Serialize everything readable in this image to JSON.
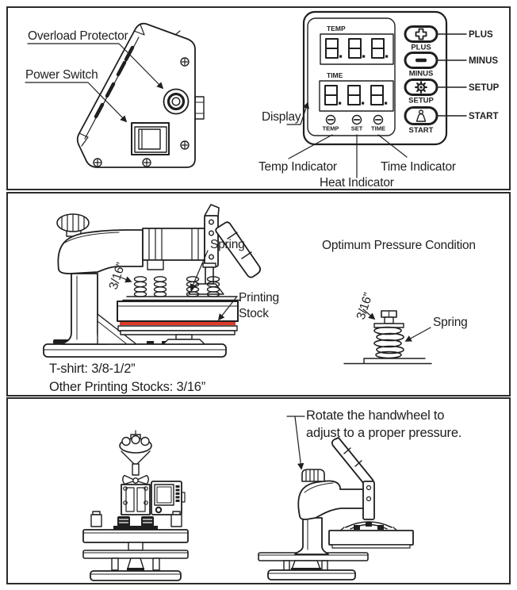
{
  "colors": {
    "ink": "#1f1f1f",
    "stock_red": "#e03a28"
  },
  "section1": {
    "machine_side_labels": {
      "overload": "Overload Protector",
      "power": "Power Switch"
    },
    "control_panel": {
      "display_temp_label": "TEMP",
      "display_time_label": "TIME",
      "temp_display_value": "8.8.8.",
      "time_display_value": "8.8.8.",
      "indicators": [
        "TEMP",
        "SET",
        "TIME"
      ],
      "buttons": [
        {
          "caption": "PLUS",
          "callout": "PLUS",
          "icon": "plus-icon"
        },
        {
          "caption": "MINUS",
          "callout": "MINUS",
          "icon": "minus-icon"
        },
        {
          "caption": "SETUP",
          "callout": "SETUP",
          "icon": "gear-icon"
        },
        {
          "caption": "START",
          "callout": "START",
          "icon": "press-icon"
        }
      ],
      "callouts": {
        "display": "Display",
        "temp_indicator": "Temp Indicator",
        "heat_indicator": "Heat Indicator",
        "time_indicator": "Time Indicator"
      }
    }
  },
  "section2": {
    "callouts": {
      "spring": "Spring",
      "gap": "3/16”",
      "printing_stock_lines": [
        "Printing",
        "Stock"
      ]
    },
    "notes": [
      "T-shirt: 3/8-1/2”",
      "Other Printing Stocks: 3/16”"
    ],
    "detail": {
      "title": "Optimum Pressure Condition",
      "gap": "3/16”",
      "spring": "Spring"
    }
  },
  "section3": {
    "note_lines": [
      "Rotate the handwheel to",
      "adjust to a proper pressure."
    ]
  }
}
